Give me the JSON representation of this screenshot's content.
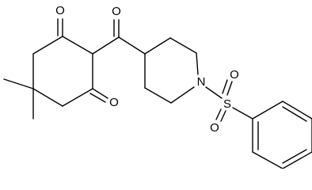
{
  "molecule": {
    "atoms": {
      "o_top": "O",
      "o_ketone": "O",
      "o_ring_low": "O",
      "n_piperidine": "N",
      "s_sulfonyl": "S",
      "o_s_upper": "O",
      "o_s_lower": "O"
    }
  }
}
